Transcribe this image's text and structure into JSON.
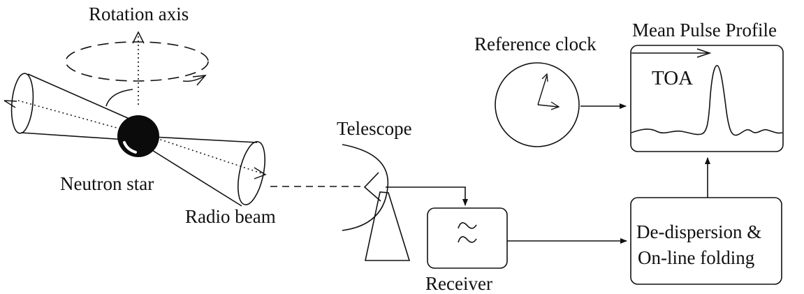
{
  "labels": {
    "rotation_axis": "Rotation axis",
    "neutron_star": "Neutron star",
    "radio_beam": "Radio beam",
    "telescope": "Telescope",
    "receiver": "Receiver",
    "reference_clock": "Reference clock",
    "mean_pulse_profile": "Mean Pulse Profile",
    "toa": "TOA",
    "dedispersion_line1": "De-dispersion &",
    "dedispersion_line2": "On-line folding"
  },
  "colors": {
    "ink": "#111111",
    "background": "#ffffff"
  },
  "icons": {
    "receiver_symbol": "double-sine-wave-icon",
    "clock_hands": "clock-hands-icon"
  }
}
